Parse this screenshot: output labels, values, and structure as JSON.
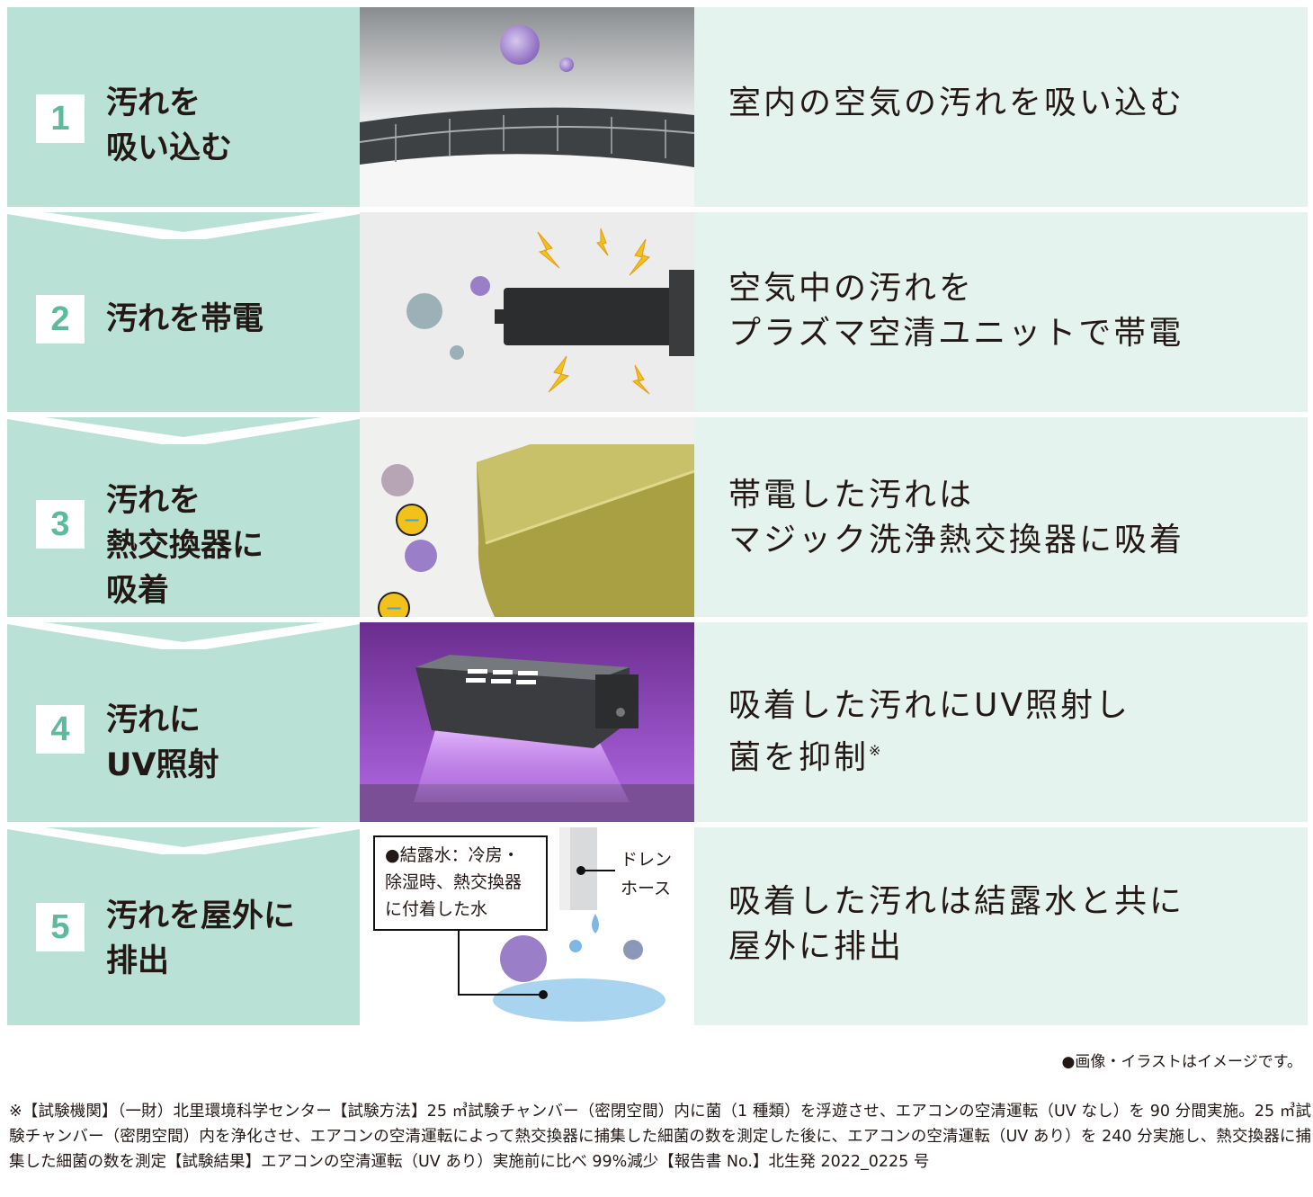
{
  "steps": [
    {
      "num": "1",
      "title_lines": [
        "汚れを",
        "吸い込む"
      ],
      "desc_lines": [
        "室内の空気の汚れを吸い込む"
      ]
    },
    {
      "num": "2",
      "title_lines": [
        "汚れを帯電"
      ],
      "desc_lines": [
        "空気中の汚れを",
        "プラズマ空清ユニットで帯電"
      ]
    },
    {
      "num": "3",
      "title_lines": [
        "汚れを",
        "熱交換器に",
        "吸着"
      ],
      "desc_lines": [
        "帯電した汚れは",
        "マジック洗浄熱交換器に吸着"
      ]
    },
    {
      "num": "4",
      "title_lines": [
        "汚れに",
        "UV照射"
      ],
      "desc_lines": [
        "吸着した汚れにUV照射し",
        "菌を抑制"
      ],
      "desc_mark": "※"
    },
    {
      "num": "5",
      "title_lines": [
        "汚れを屋外に",
        "排出"
      ],
      "desc_lines": [
        "吸着した汚れは結露水と共に",
        "屋外に排出"
      ]
    }
  ],
  "labels": {
    "condensation_lines": [
      "●結露水：冷房・",
      "除湿時、熱交換器",
      "に付着した水"
    ],
    "drain_lines": [
      "ドレン",
      "ホース"
    ],
    "minus": "−"
  },
  "image_note": "●画像・イラストはイメージです。",
  "footnote": "※【試験機関】（一財）北里環境科学センター【試験方法】25 ㎥試験チャンバー（密閉空間）内に菌（1 種類）を浮遊させ、エアコンの空清運転（UV なし）を 90 分間実施。25 ㎥試験チャンバー（密閉空間）内を浄化させ、エアコンの空清運転によって熱交換器に捕集した細菌の数を測定した後に、エアコンの空清運転（UV あり）を 240 分実施し、熱交換器に捕集した細菌の数を測定【試験結果】エアコンの空清運転（UV あり）実施前に比べ 99%減少【報告書 No.】北生発 2022_0225 号",
  "colors": {
    "left_panel": "#b9e1d5",
    "right_panel": "#e5f3ee",
    "number_text": "#5dbb9d",
    "uv": "#b46ae8",
    "virus": "#9a7fc8"
  }
}
